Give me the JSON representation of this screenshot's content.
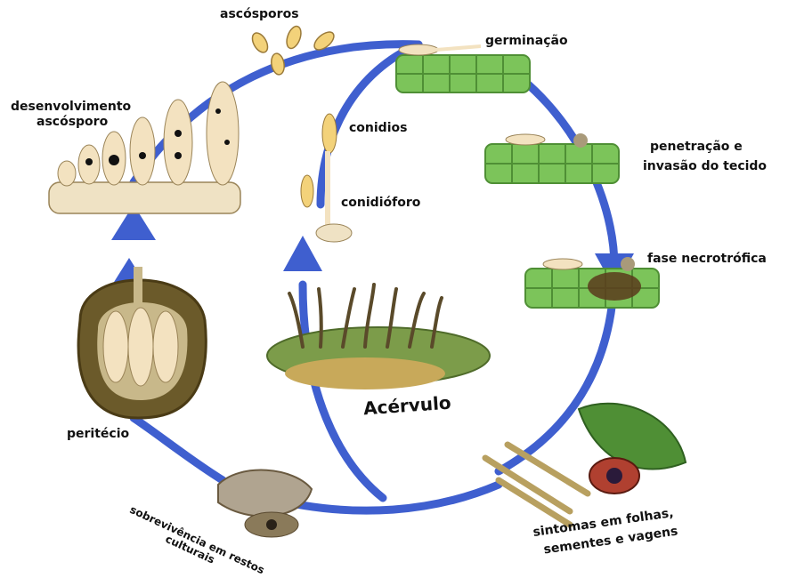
{
  "diagram": {
    "colors": {
      "cycle_arrow": "#3f5fcf",
      "host_cells": "#7cc45a",
      "fungal_structure": "#f3e2c0",
      "soil": "#6b5a2a",
      "necrosis": "#5a3b1c"
    },
    "labels": {
      "ascosporos": "ascósporos",
      "germinacao": "germinação",
      "desenvolvimento_line1": "desenvolvimento",
      "desenvolvimento_line2": "ascósporo",
      "conidios": "conidios",
      "conidioforo": "conidióforo",
      "penetracao_line1": "penetração  e",
      "penetracao_line2": "invasão do tecido",
      "fase_necrotrofica": "fase necrotrófica",
      "acervulo": "Acérvulo",
      "peritecio": "peritécio",
      "sintomas_line1": "sintomas em folhas,",
      "sintomas_line2": "sementes e vagens",
      "sobrevivencia_line1": "sobrevivência em restos",
      "sobrevivencia_line2": "culturais"
    }
  }
}
